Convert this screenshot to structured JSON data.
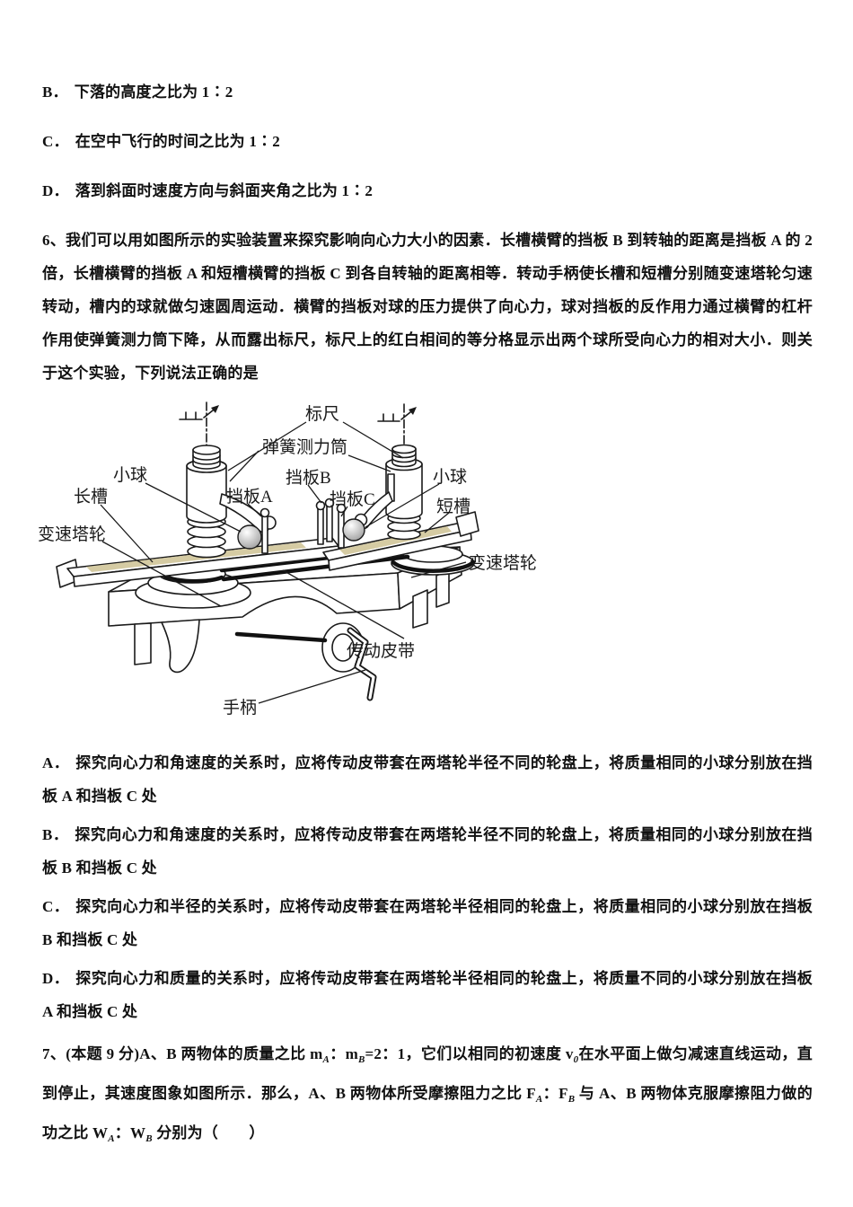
{
  "colors": {
    "paper": "#ffffff",
    "ink": "#1a1a1a",
    "slot_strip": "#d5cba3"
  },
  "prev_options": [
    {
      "label": "B．",
      "text": "下落的高度之比为 1∶2"
    },
    {
      "label": "C．",
      "text": "在空中飞行的时间之比为 1∶2"
    },
    {
      "label": "D．",
      "text": "落到斜面时速度方向与斜面夹角之比为 1∶2"
    }
  ],
  "q6": {
    "stem": "6、我们可以用如图所示的实验装置来探究影响向心力大小的因素．长槽横臂的挡板 B 到转轴的距离是挡板 A 的 2 倍，长槽横臂的挡板 A 和短槽横臂的挡板 C 到各自转轴的距离相等．转动手柄使长槽和短槽分别随变速塔轮匀速转动，槽内的球就做匀速圆周运动．横臂的挡板对球的压力提供了向心力，球对挡板的反作用力通过横臂的杠杆作用使弹簧测力筒下降，从而露出标尺，标尺上的红白相间的等分格显示出两个球所受向心力的相对大小．则关于这个实验，下列说法正确的是",
    "figure_labels": {
      "ruler": "标尺",
      "spring_tube": "弹簧测力筒",
      "ball_left": "小球",
      "ball_right": "小球",
      "baffle_a": "挡板A",
      "baffle_b": "挡板B",
      "baffle_c": "挡板C",
      "long_slot": "长槽",
      "short_slot": "短槽",
      "tower_wheel_left": "变速塔轮",
      "tower_wheel_right": "变速塔轮",
      "belt": "传动皮带",
      "handle": "手柄"
    },
    "options": [
      {
        "label": "A．",
        "text": "探究向心力和角速度的关系时，应将传动皮带套在两塔轮半径不同的轮盘上，将质量相同的小球分别放在挡板 A 和挡板 C 处"
      },
      {
        "label": "B．",
        "text": "探究向心力和角速度的关系时，应将传动皮带套在两塔轮半径不同的轮盘上，将质量相同的小球分别放在挡板 B 和挡板 C 处"
      },
      {
        "label": "C．",
        "text": "探究向心力和半径的关系时，应将传动皮带套在两塔轮半径相同的轮盘上，将质量相同的小球分别放在挡板 B 和挡板 C 处"
      },
      {
        "label": "D．",
        "text": "探究向心力和质量的关系时，应将传动皮带套在两塔轮半径相同的轮盘上，将质量不同的小球分别放在挡板 A 和挡板 C 处"
      }
    ]
  },
  "q7": {
    "segments": [
      {
        "t": "7、(本题 9 分)A、B 两物体的质量之比 m"
      },
      {
        "t": "A"
      },
      {
        "t": "：m"
      },
      {
        "t": "B"
      },
      {
        "t": "=2：1，它们以相同的初速度 v"
      },
      {
        "t": "0"
      },
      {
        "t": "在水平面上做匀减速直线运动，直到停止，其速度图象如图所示．那么，A、B 两物体所受摩擦阻力之比 F"
      },
      {
        "t": "A"
      },
      {
        "t": "：F"
      },
      {
        "t": "B"
      },
      {
        "t": " 与 A、B 两物体克服摩擦阻力做的功之比 W"
      },
      {
        "t": "A"
      },
      {
        "t": "：W"
      },
      {
        "t": "B"
      },
      {
        "t": " 分别为（　　）"
      }
    ]
  }
}
